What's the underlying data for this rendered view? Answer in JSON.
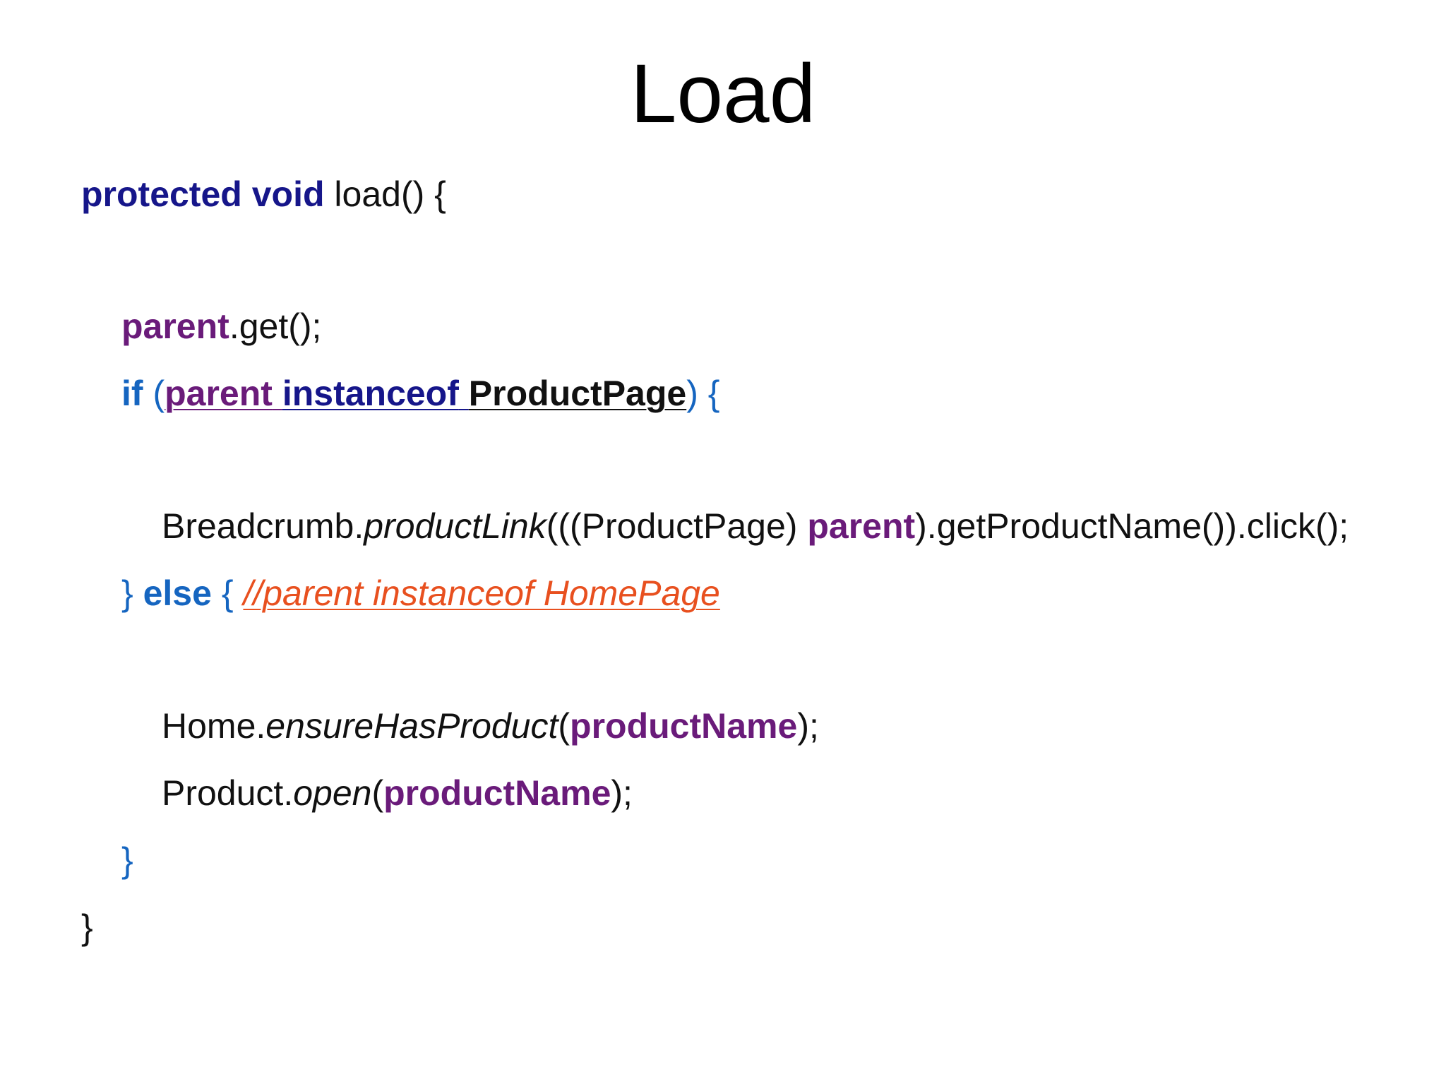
{
  "slide": {
    "title": "Load"
  },
  "code": {
    "l1": {
      "kw1": "protected",
      "kw2": "void",
      "rest": "load() {"
    },
    "l2": {
      "field": "parent",
      "rest": ".get();"
    },
    "l3": {
      "if": "if",
      "open_paren": "(",
      "field": "parent",
      "instanceof": "instanceof",
      "type": "ProductPage",
      "close": ") {"
    },
    "l4": {
      "class": "Breadcrumb.",
      "method": "productLink",
      "args_start": "(((ProductPage)",
      "field": "parent",
      "rest": ").getProductName()).click();"
    },
    "l5": {
      "close_brace": "}",
      "else": "else",
      "open_brace": "{",
      "comment": "//parent instanceof HomePage"
    },
    "l6": {
      "class": "Home.",
      "method": "ensureHasProduct",
      "open_paren": "(",
      "field": "productName",
      "rest": ");"
    },
    "l7": {
      "class": "Product.",
      "method": "open",
      "open_paren": "(",
      "field": "productName",
      "rest": ");"
    },
    "l8": {
      "brace": "}"
    },
    "l9": {
      "brace": "}"
    }
  },
  "colors": {
    "keyword": "#16168a",
    "field": "#6a1b7a",
    "control": "#1565c0",
    "comment": "#e8501f",
    "text": "#111111"
  }
}
